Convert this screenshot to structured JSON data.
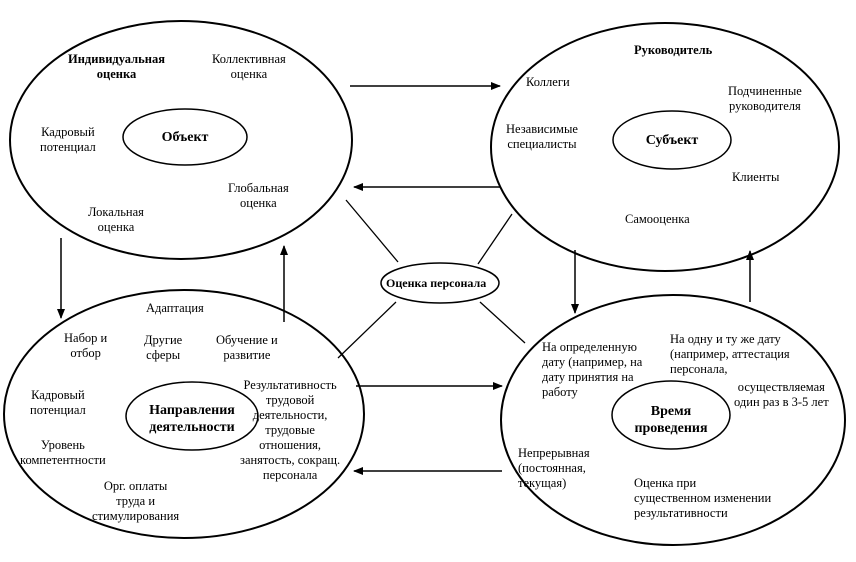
{
  "center": {
    "label": "Оценка персонала"
  },
  "object": {
    "title": "Объект",
    "items": [
      "Индивидуальная\nоценка",
      "Коллективная\nоценка",
      "Кадровый\nпотенциал",
      "Глобальная\nоценка",
      "Локальная\nоценка"
    ]
  },
  "subject": {
    "title": "Субъект",
    "items": [
      "Руководитель",
      "Коллеги",
      "Подчиненные\nруководителя",
      "Независимые\nспециалисты",
      "Клиенты",
      "Самооценка"
    ]
  },
  "activity": {
    "title": "Направления\nдеятельности",
    "items": [
      "Адаптация",
      "Набор и\nотбор",
      "Другие\nсферы",
      "Обучение и\nразвитие",
      "Кадровый\nпотенциал",
      "Уровень\nкомпетентности",
      "Результативность\nтрудовой\nдеятельности,\nтрудовые\nотношения,\nзанятость, сокращ.\nперсонала",
      "Орг. оплаты\nтруда и\nстимулирования"
    ]
  },
  "time": {
    "title": "Время\nпроведения",
    "items": [
      "На определенную\nдату (например, на\nдату принятия на\nработу",
      "На одну и ту же дату\n(например, аттестация\nперсонала,",
      "осуществляемая\nодин раз в 3-5 лет",
      "Непрерывная\n(постоянная,\nтекущая)",
      "Оценка при\nсущественном изменении\nрезультативности"
    ]
  }
}
